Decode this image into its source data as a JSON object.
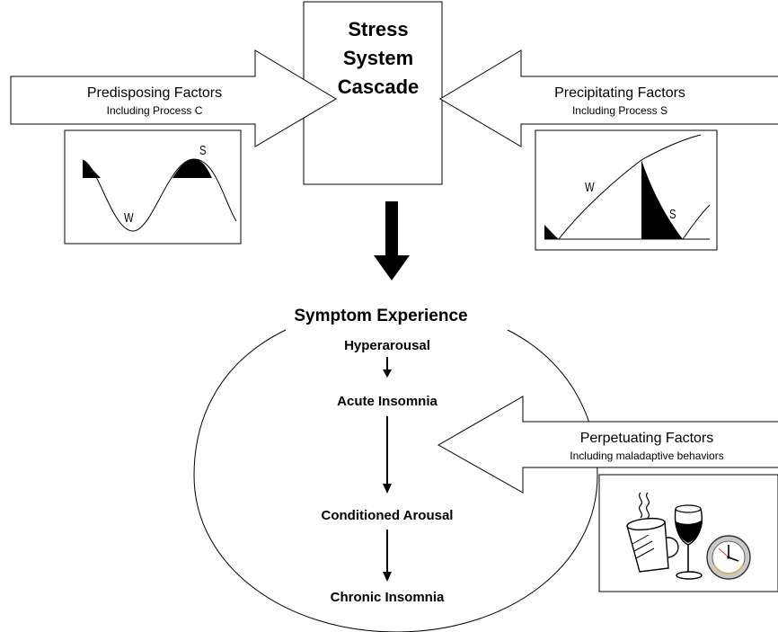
{
  "stress_box": {
    "line1": "Stress",
    "line2": "System",
    "line3": "Cascade"
  },
  "predisposing": {
    "title": "Predisposing Factors",
    "subtitle": "Including Process C",
    "graph": {
      "label_s": "S",
      "label_w": "W"
    }
  },
  "precipitating": {
    "title": "Precipitating Factors",
    "subtitle": "Including Process S",
    "graph": {
      "label_s": "S",
      "label_w": "W"
    }
  },
  "symptom": {
    "heading": "Symptom Experience",
    "stages": [
      "Hyperarousal",
      "Acute Insomnia",
      "Conditioned Arousal",
      "Chronic Insomnia"
    ]
  },
  "perpetuating": {
    "title": "Perpetuating Factors",
    "subtitle": "Including maladaptive behaviors",
    "icons": [
      "coffee-mug-icon",
      "wine-glass-icon",
      "clock-icon"
    ]
  }
}
